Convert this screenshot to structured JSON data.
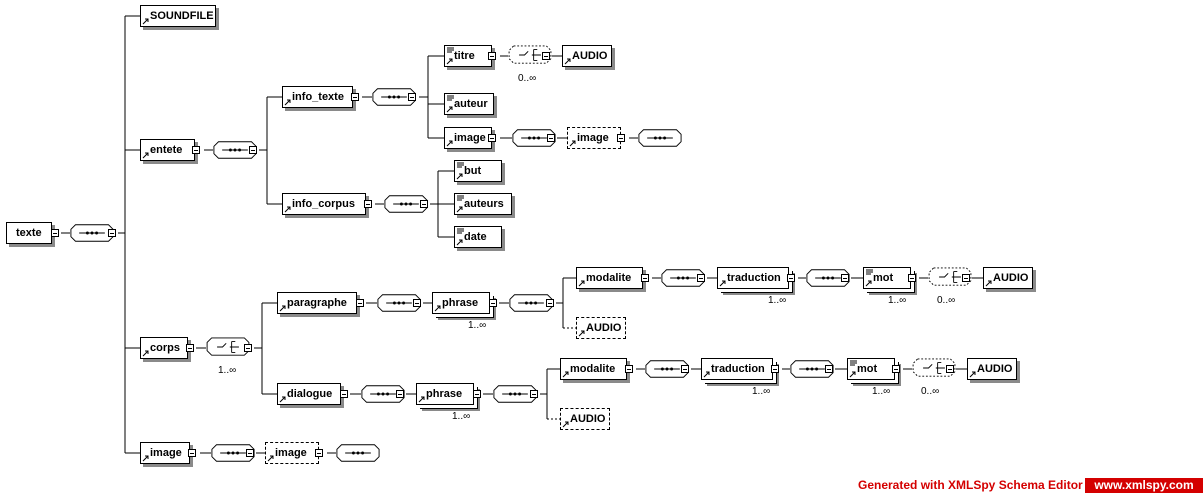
{
  "diagram": {
    "root": "texte",
    "soundfile": "SOUNDFILE",
    "entete": "entete",
    "info_texte": "info_texte",
    "titre": "titre",
    "titre_audio": "AUDIO",
    "auteur": "auteur",
    "image_1": "image",
    "image_1_ref": "image",
    "info_corpus": "info_corpus",
    "but": "but",
    "auteurs": "auteurs",
    "date": "date",
    "corps": "corps",
    "paragraphe": "paragraphe",
    "phrase_1": "phrase",
    "modalite_1": "modalite",
    "traduction_1": "traduction",
    "mot_1": "mot",
    "audio_1": "AUDIO",
    "audio_2": "AUDIO",
    "dialogue": "dialogue",
    "phrase_2": "phrase",
    "modalite_2": "modalite",
    "traduction_2": "traduction",
    "mot_2": "mot",
    "audio_3": "AUDIO",
    "audio_4": "AUDIO",
    "image_2": "image",
    "image_2_ref": "image"
  },
  "cardinalities": {
    "titre_choice": "0..∞",
    "corps_choice": "1..∞",
    "phrase_1": "1..∞",
    "traduction_1": "1..∞",
    "mot_1": "1..∞",
    "mot_1_choice": "0..∞",
    "phrase_2": "1..∞",
    "traduction_2": "1..∞",
    "mot_2": "1..∞",
    "mot_2_choice": "0..∞"
  },
  "footer": {
    "generated": "Generated with XMLSpy Schema Editor",
    "site": "www.xmlspy.com"
  },
  "colors": {
    "brand_red": "#d40000",
    "shadow": "#8a8a8a"
  }
}
